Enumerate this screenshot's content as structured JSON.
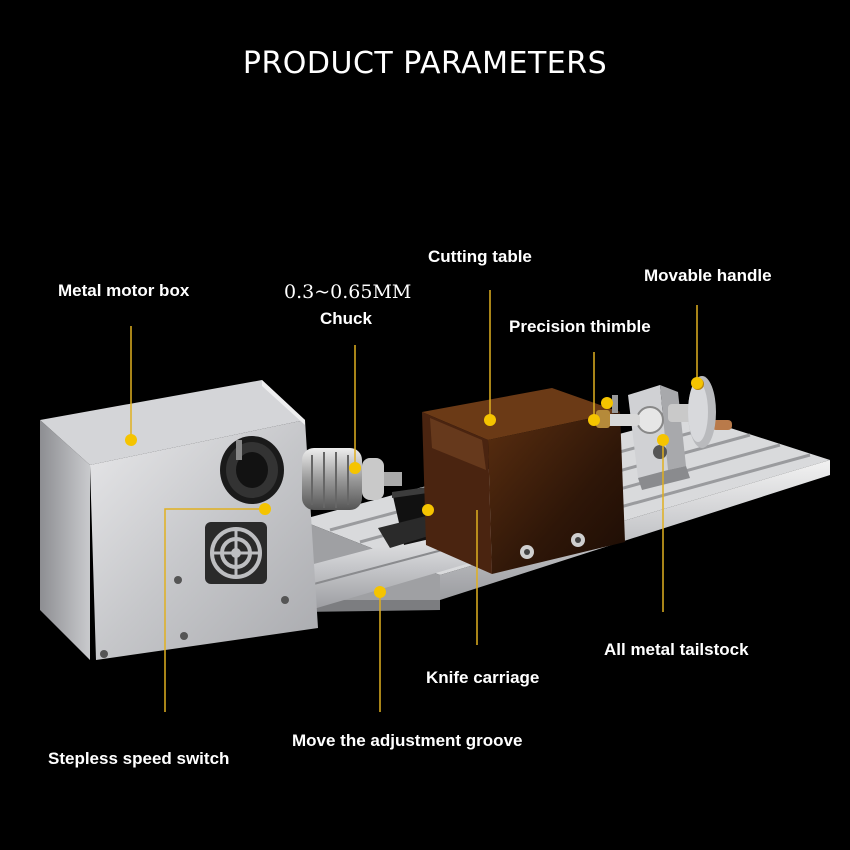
{
  "title": "PRODUCT PARAMETERS",
  "spec": "0.3~0.65MM",
  "labels": {
    "metal_motor_box": "Metal motor box",
    "chuck": "Chuck",
    "cutting_table": "Cutting table",
    "movable_handle": "Movable handle",
    "precision_thimble": "Precision thimble",
    "all_metal_tailstock": "All metal tailstock",
    "knife_carriage": "Knife carriage",
    "move_adjustment_groove": "Move the adjustment groove",
    "stepless_speed_switch": "Stepless speed switch"
  },
  "colors": {
    "background": "#000000",
    "callout_dot": "#f5c400",
    "callout_line": "#e0b020",
    "cover": "#3a1a08"
  }
}
